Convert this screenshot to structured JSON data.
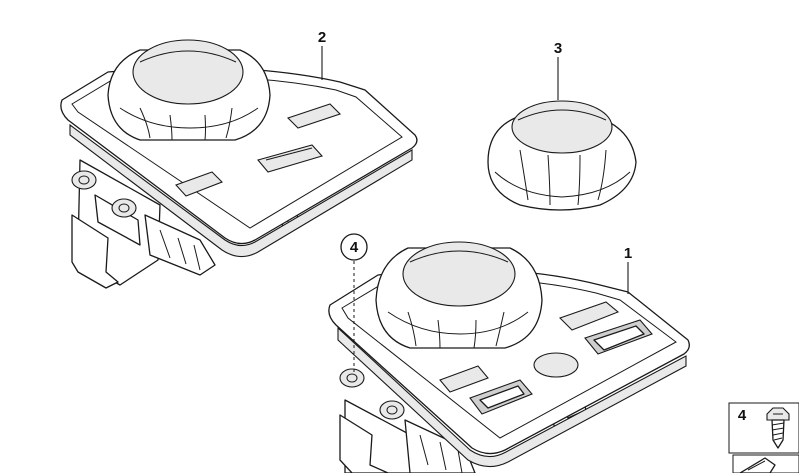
{
  "callouts": {
    "part_1": "1",
    "part_2": "2",
    "part_3": "3",
    "part_4": "4",
    "legend_4": "4"
  }
}
